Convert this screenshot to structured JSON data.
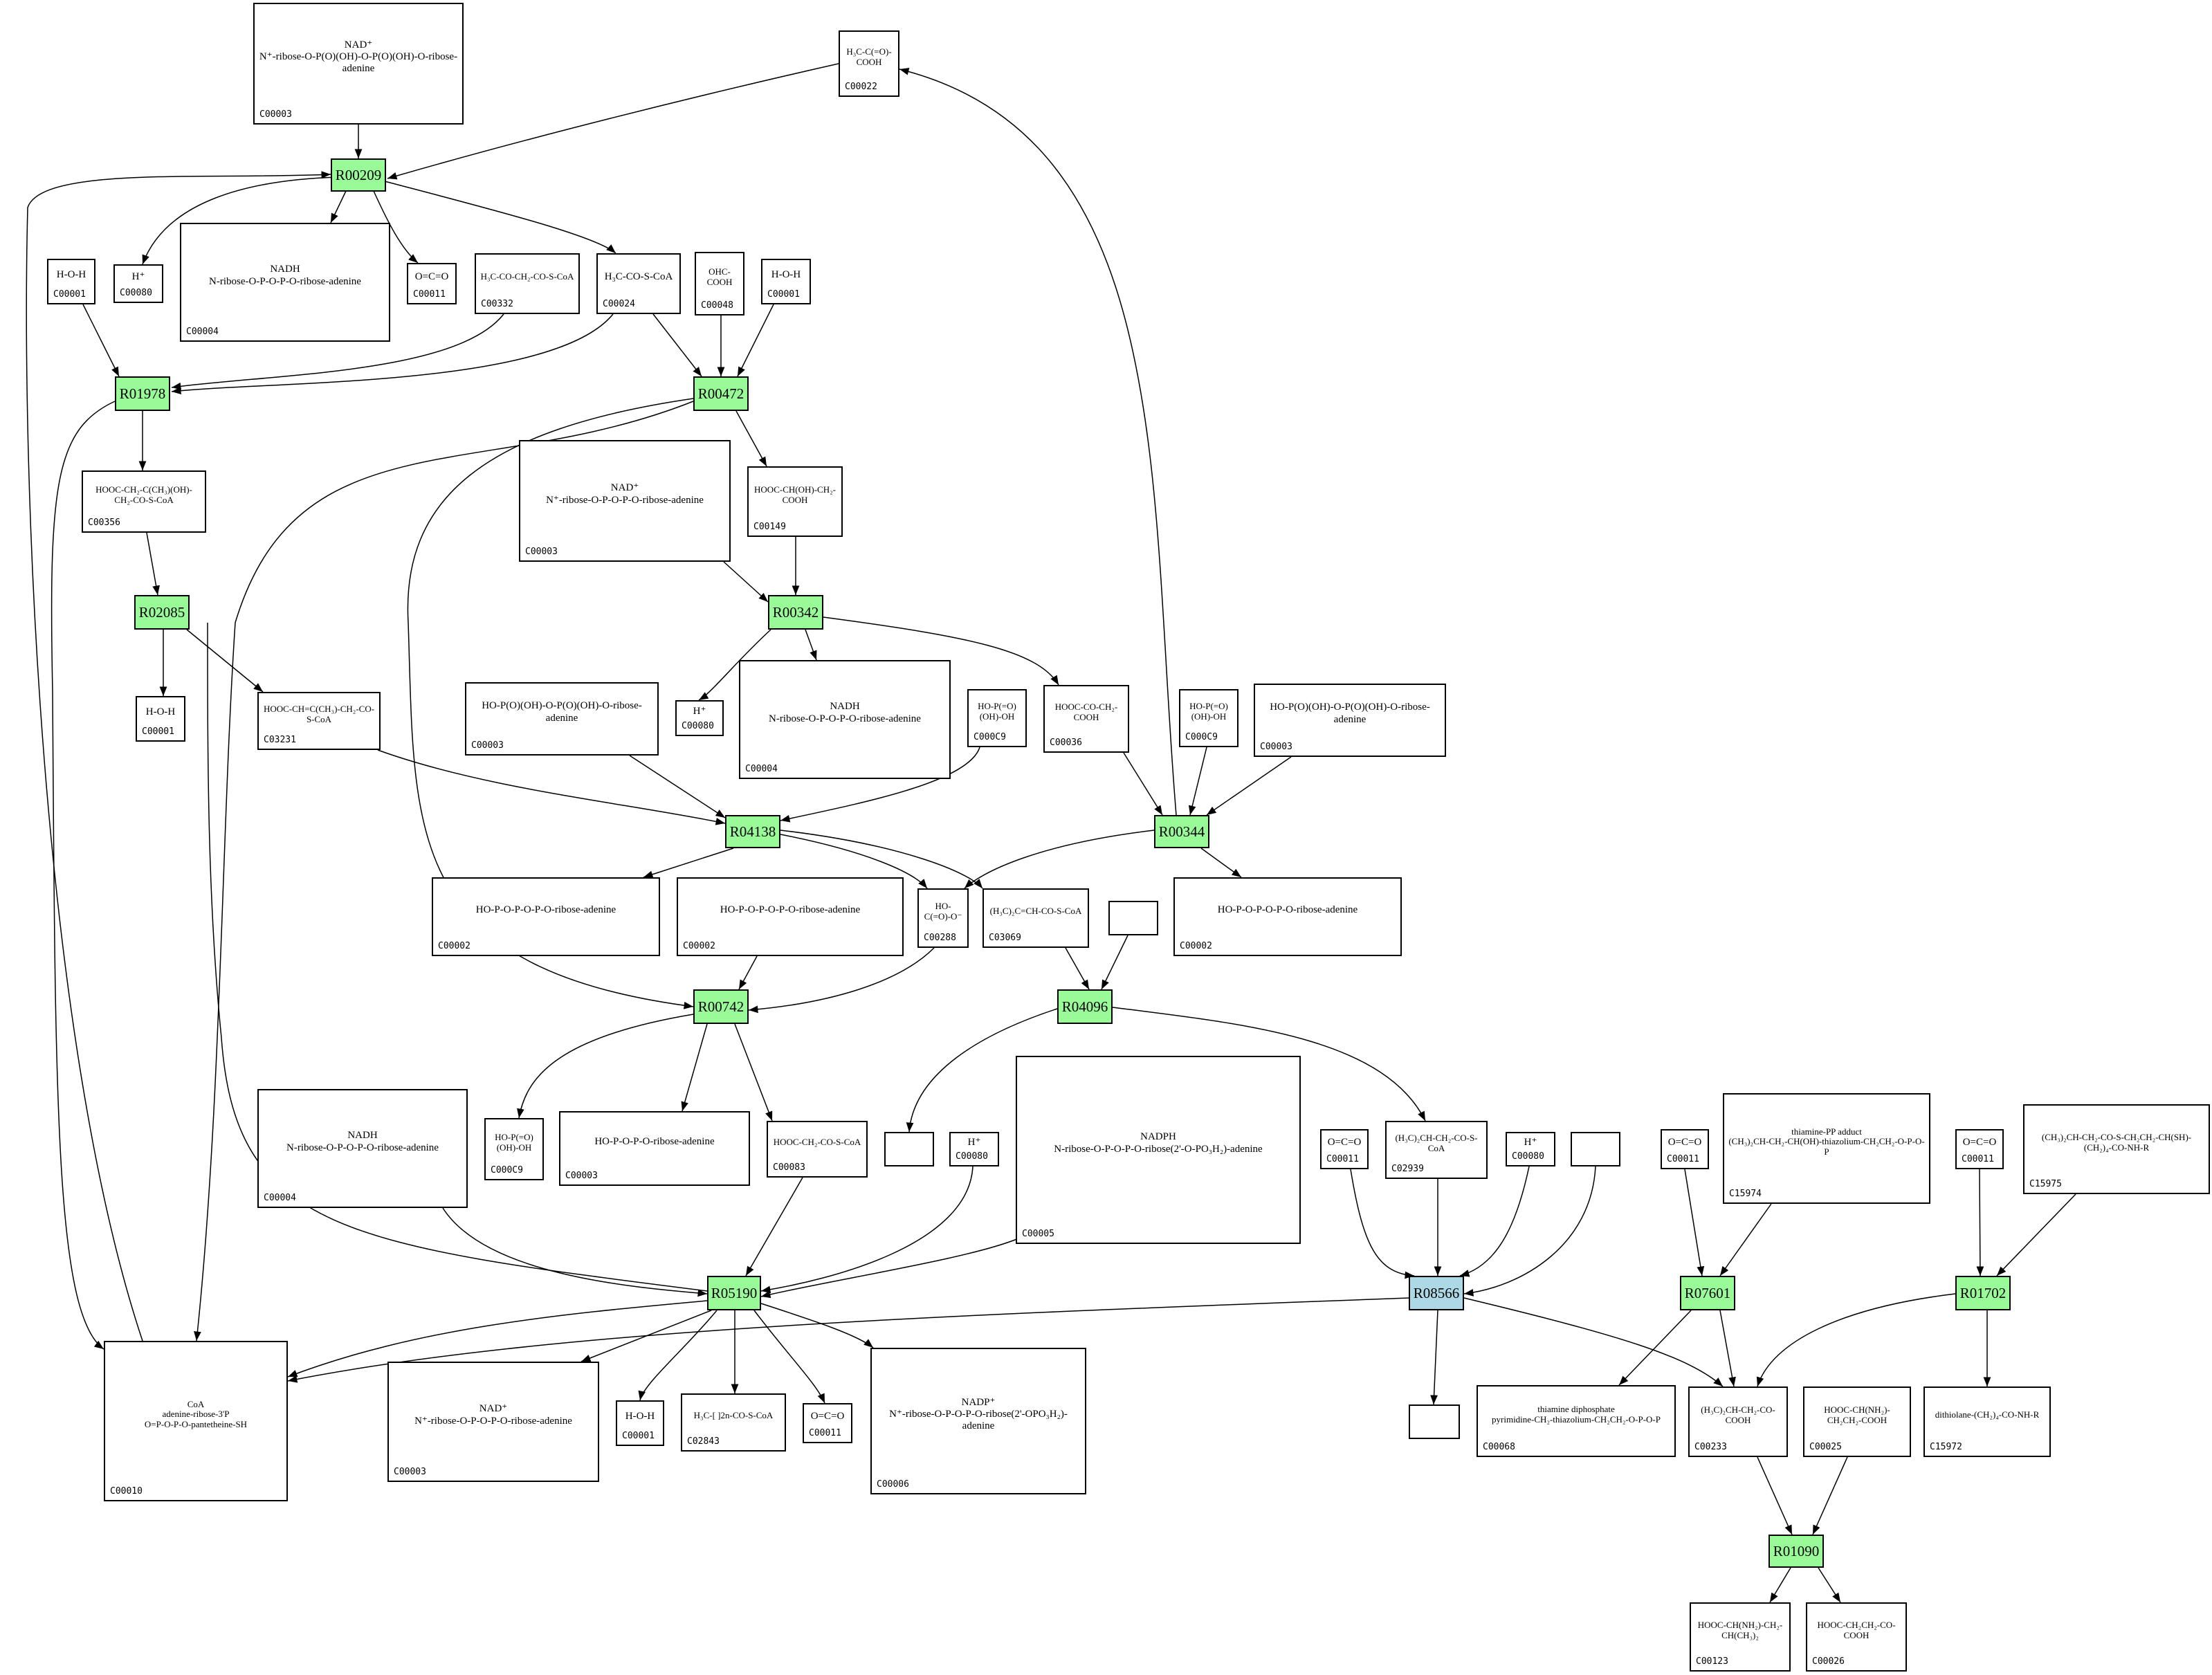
{
  "colors": {
    "reaction_default": "#98fb98",
    "reaction_highlight": "#add8e6",
    "edge": "#000000"
  },
  "reactions": [
    {
      "key": "r00209",
      "label": "R00209",
      "style": "green"
    },
    {
      "key": "r01978",
      "label": "R01978",
      "style": "green"
    },
    {
      "key": "r00472",
      "label": "R00472",
      "style": "green"
    },
    {
      "key": "r02085",
      "label": "R02085",
      "style": "green"
    },
    {
      "key": "r00342",
      "label": "R00342",
      "style": "green"
    },
    {
      "key": "r04138",
      "label": "R04138",
      "style": "green"
    },
    {
      "key": "r00344",
      "label": "R00344",
      "style": "green"
    },
    {
      "key": "r00742",
      "label": "R00742",
      "style": "green"
    },
    {
      "key": "r04096",
      "label": "R04096",
      "style": "green"
    },
    {
      "key": "r05190",
      "label": "R05190",
      "style": "green"
    },
    {
      "key": "r08566",
      "label": "R08566",
      "style": "blue"
    },
    {
      "key": "r07601",
      "label": "R07601",
      "style": "green"
    },
    {
      "key": "r01702",
      "label": "R01702",
      "style": "green"
    },
    {
      "key": "r01090",
      "label": "R01090",
      "style": "green"
    }
  ],
  "compounds": [
    {
      "key": "c00003_top",
      "id": "C00003",
      "formula": "NAD⁺\nN⁺-ribose-O-P(O)(OH)-O-P(O)(OH)-O-ribose-adenine"
    },
    {
      "key": "c00022",
      "id": "C00022",
      "formula": "H₃C-C(=O)-COOH"
    },
    {
      "key": "c00001_a",
      "id": "C00001",
      "formula": "H-O-H"
    },
    {
      "key": "c00080_a",
      "id": "C00080",
      "formula": "H⁺"
    },
    {
      "key": "c00004_a",
      "id": "C00004",
      "formula": "NADH\nN-ribose-O-P-O-P-O-ribose-adenine"
    },
    {
      "key": "c00011_a",
      "id": "C00011",
      "formula": "O=C=O"
    },
    {
      "key": "c00332",
      "id": "C00332",
      "formula": "H₃C-CO-CH₂-CO-S-CoA"
    },
    {
      "key": "c00024",
      "id": "C00024",
      "formula": "H₃C-CO-S-CoA"
    },
    {
      "key": "c00048",
      "id": "C00048",
      "formula": "OHC-COOH"
    },
    {
      "key": "c00001_b",
      "id": "C00001",
      "formula": "H-O-H"
    },
    {
      "key": "c00356",
      "id": "C00356",
      "formula": "HOOC-CH₂-C(CH₃)(OH)-CH₂-CO-S-CoA"
    },
    {
      "key": "c00003_mid",
      "id": "C00003",
      "formula": "NAD⁺\nN⁺-ribose-O-P-O-P-O-ribose-adenine"
    },
    {
      "key": "c00149",
      "id": "C00149",
      "formula": "HOOC-CH(OH)-CH₂-COOH"
    },
    {
      "key": "c00001_c",
      "id": "C00001",
      "formula": "H-O-H"
    },
    {
      "key": "c03231",
      "id": "C03231",
      "formula": "HOOC-CH=C(CH₃)-CH₂-CO-S-CoA"
    },
    {
      "key": "c00008_a",
      "id": "C00003",
      "formula": "HO-P(O)(OH)-O-P(O)(OH)-O-ribose-adenine"
    },
    {
      "key": "c00080_b",
      "id": "C00080",
      "formula": "H⁺"
    },
    {
      "key": "c00004_b",
      "id": "C00004",
      "formula": "NADH\nN-ribose-O-P-O-P-O-ribose-adenine"
    },
    {
      "key": "c00009_a",
      "id": "C000C9",
      "formula": "HO-P(=O)(OH)-OH"
    },
    {
      "key": "c00036",
      "id": "C00036",
      "formula": "HOOC-CO-CH₂-COOH"
    },
    {
      "key": "c00009_b",
      "id": "C000C9",
      "formula": "HO-P(=O)(OH)-OH"
    },
    {
      "key": "c00008_b",
      "id": "C00003",
      "formula": "HO-P(O)(OH)-O-P(O)(OH)-O-ribose-adenine"
    },
    {
      "key": "c00002_a",
      "id": "C00002",
      "formula": "HO-P-O-P-O-P-O-ribose-adenine"
    },
    {
      "key": "c00002_b",
      "id": "C00002",
      "formula": "HO-P-O-P-O-P-O-ribose-adenine"
    },
    {
      "key": "c00288",
      "id": "C00288",
      "formula": "HO-C(=O)-O⁻"
    },
    {
      "key": "c03069",
      "id": "C03069",
      "formula": "(H₃C)₂C=CH-CO-S-CoA"
    },
    {
      "key": "empty_a",
      "id": "",
      "formula": ""
    },
    {
      "key": "c00002_c",
      "id": "C00002",
      "formula": "HO-P-O-P-O-P-O-ribose-adenine"
    },
    {
      "key": "c00004_c",
      "id": "C00004",
      "formula": "NADH\nN-ribose-O-P-O-P-O-ribose-adenine"
    },
    {
      "key": "c00009_c",
      "id": "C000C9",
      "formula": "HO-P(=O)(OH)-OH"
    },
    {
      "key": "c00008_c",
      "id": "C00003",
      "formula": "HO-P-O-P-O-ribose-adenine"
    },
    {
      "key": "c00083",
      "id": "C00083",
      "formula": "HOOC-CH₂-CO-S-CoA"
    },
    {
      "key": "empty_b",
      "id": "",
      "formula": ""
    },
    {
      "key": "c00080_c",
      "id": "C00080",
      "formula": "H⁺"
    },
    {
      "key": "c00005",
      "id": "C00005",
      "formula": "NADPH\nN-ribose-O-P-O-P-O-ribose(2'-O-PO₃H₂)-adenine"
    },
    {
      "key": "c00011_b",
      "id": "C00011",
      "formula": "O=C=O"
    },
    {
      "key": "c02939",
      "id": "C02939",
      "formula": "(H₃C)₂CH-CH₂-CO-S-CoA"
    },
    {
      "key": "c00080_d",
      "id": "C00080",
      "formula": "H⁺"
    },
    {
      "key": "empty_c",
      "id": "",
      "formula": ""
    },
    {
      "key": "c00011_c",
      "id": "C00011",
      "formula": "O=C=O"
    },
    {
      "key": "c15974",
      "id": "C15974",
      "formula": "thiamine-PP adduct\n(CH₃)₂CH-CH₂-CH(OH)-thiazolium-CH₂CH₂-O-P-O-P"
    },
    {
      "key": "c00011_d",
      "id": "C00011",
      "formula": "O=C=O"
    },
    {
      "key": "c15975",
      "id": "C15975",
      "formula": "(CH₃)₂CH-CH₂-CO-S-CH₂CH₂-CH(SH)-(CH₂)₄-CO-NH-R"
    },
    {
      "key": "c00010",
      "id": "C00010",
      "formula": "CoA\nadenine-ribose-3'P\nO=P-O-P-O-pantetheine-SH"
    },
    {
      "key": "c00003_bot",
      "id": "C00003",
      "formula": "NAD⁺\nN⁺-ribose-O-P-O-P-O-ribose-adenine"
    },
    {
      "key": "c00001_d",
      "id": "C00001",
      "formula": "H-O-H"
    },
    {
      "key": "c02843",
      "id": "C02843",
      "formula": "H₃C-[ ]2n-CO-S-CoA"
    },
    {
      "key": "c00011_e",
      "id": "C00011",
      "formula": "O=C=O"
    },
    {
      "key": "c00006",
      "id": "C00006",
      "formula": "NADP⁺\nN⁺-ribose-O-P-O-P-O-ribose(2'-OPO₃H₂)-adenine"
    },
    {
      "key": "empty_d",
      "id": "",
      "formula": ""
    },
    {
      "key": "c00068",
      "id": "C00068",
      "formula": "thiamine diphosphate\npyrimidine-CH₂-thiazolium-CH₂CH₂-O-P-O-P"
    },
    {
      "key": "c00233",
      "id": "C00233",
      "formula": "(H₃C)₂CH-CH₂-CO-COOH"
    },
    {
      "key": "c00025",
      "id": "C00025",
      "formula": "HOOC-CH(NH₂)-CH₂CH₂-COOH"
    },
    {
      "key": "c15972",
      "id": "C15972",
      "formula": "dithiolane-(CH₂)₄-CO-NH-R"
    },
    {
      "key": "c00123",
      "id": "C00123",
      "formula": "HOOC-CH(NH₂)-CH₂-CH(CH₃)₂"
    },
    {
      "key": "c00026",
      "id": "C00026",
      "formula": "HOOC-CH₂CH₂-CO-COOH"
    }
  ]
}
